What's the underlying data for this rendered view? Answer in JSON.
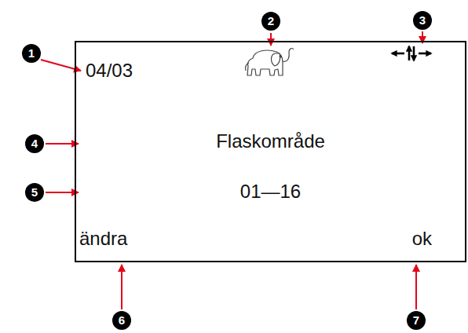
{
  "diagram": {
    "nodes": [
      {
        "text": [
          "04/03",
          "Flaskområde",
          "01—16",
          "ändra",
          "ok"
        ]
      }
    ],
    "labels": [
      "1",
      "2",
      "3",
      "4",
      "5",
      "6",
      "7"
    ]
  }
}
